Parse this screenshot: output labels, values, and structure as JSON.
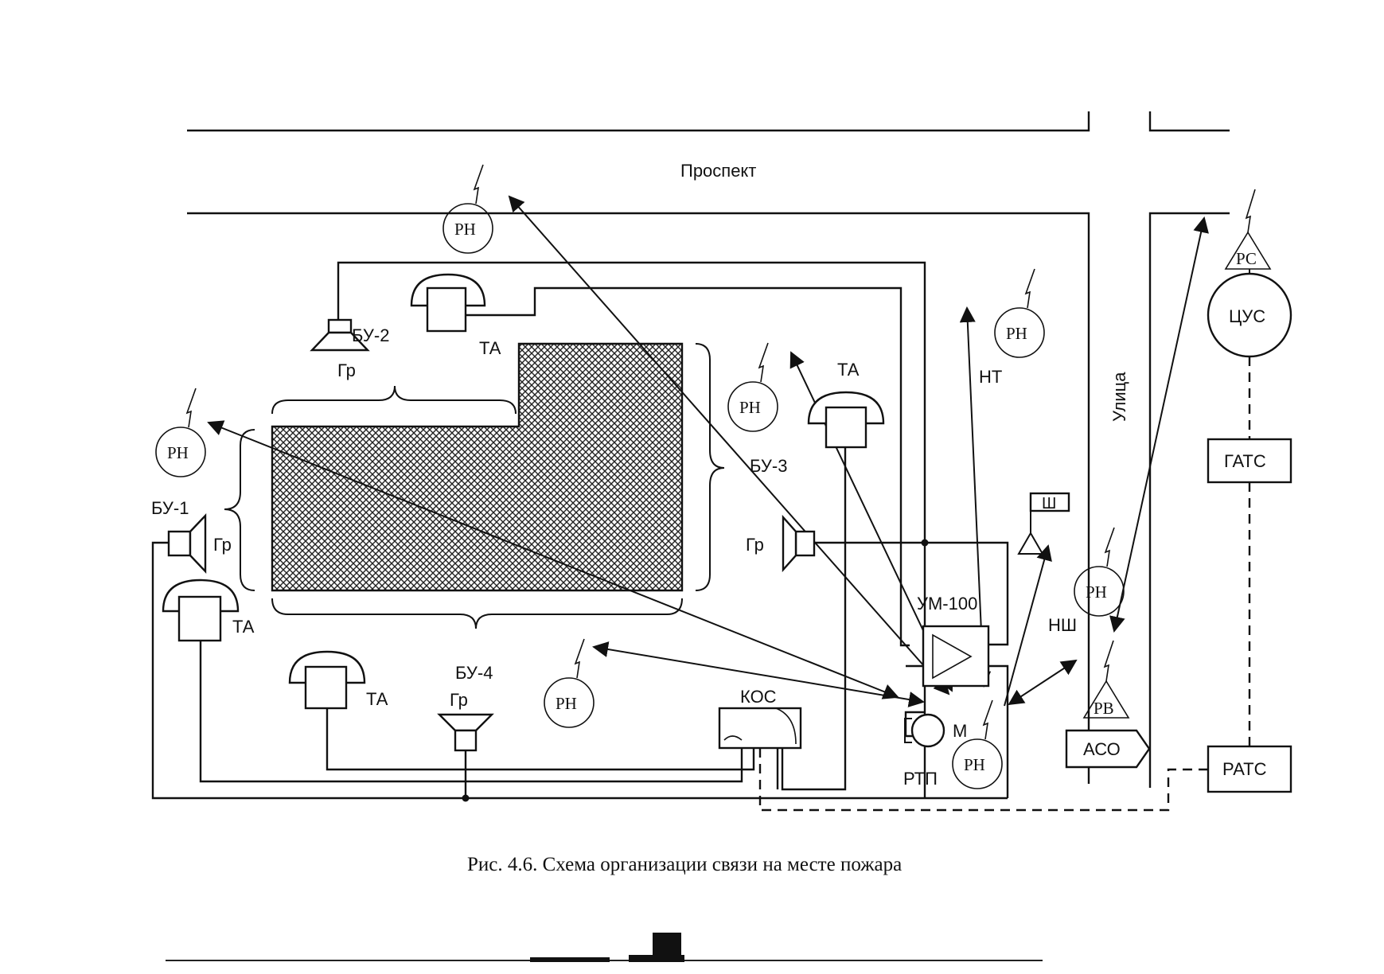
{
  "labels": {
    "prospekt": "Проспект",
    "ulitsa": "Улица",
    "bu1": "БУ-1",
    "bu2": "БУ-2",
    "bu3": "БУ-3",
    "bu4": "БУ-4",
    "gr": "Гр",
    "ta": "ТА",
    "rn": "РН",
    "nt": "НТ",
    "nsh": "НШ",
    "sh": "Ш",
    "um100": "УМ-100",
    "kos": "КОС",
    "m": "М",
    "rtp": "РТП",
    "aso": "АСО",
    "rv": "РВ",
    "rs": "РС",
    "tsus": "ЦУС",
    "gats": "ГАТС",
    "rats": "РАТС"
  },
  "caption": "Рис. 4.6. Схема организации связи на месте пожара"
}
